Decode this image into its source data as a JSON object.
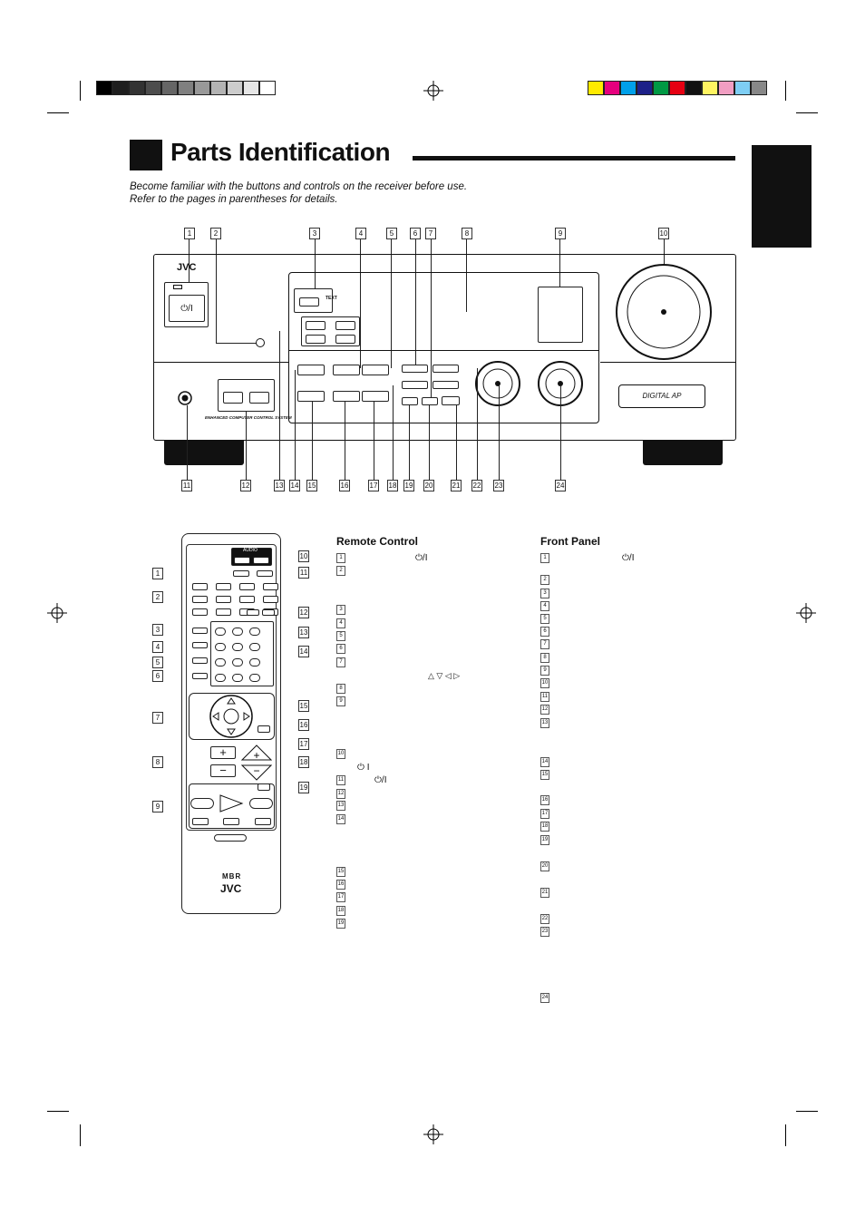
{
  "page": {
    "title": "Parts Identification",
    "intro_line1": "Become familiar with the buttons and controls on the receiver before use.",
    "intro_line2": "Refer to the pages in parentheses for details."
  },
  "front_panel_callouts": {
    "top": [
      "1",
      "2",
      "3",
      "4",
      "5",
      "6",
      "7",
      "8",
      "9",
      "10"
    ],
    "bottom": [
      "11",
      "12",
      "13",
      "14",
      "15",
      "16",
      "17",
      "18",
      "19",
      "20",
      "21",
      "22",
      "23",
      "24"
    ]
  },
  "device": {
    "brand": "JVC",
    "power_symbol": "⏻/I",
    "text_badge": "TEXT",
    "computer_control_label": "ENHANCED COMPUTER CONTROL SYSTEM",
    "dap_logo": "DIGITAL AP"
  },
  "remote": {
    "brand": "JVC",
    "logo": "MBR",
    "audio_label": "AUDIO",
    "callouts_left": [
      "1",
      "2",
      "3",
      "4",
      "5",
      "6",
      "7",
      "8",
      "9"
    ],
    "callouts_right": [
      "10",
      "11",
      "12",
      "13",
      "14",
      "15",
      "16",
      "17",
      "18",
      "19"
    ]
  },
  "sections": {
    "remote_heading": "Remote Control",
    "front_heading": "Front Panel",
    "remote_items": [
      "1",
      "2",
      "3",
      "4",
      "5",
      "6",
      "7",
      "8",
      "9",
      "10",
      "11",
      "12",
      "13",
      "14",
      "15",
      "16",
      "17",
      "18",
      "19"
    ],
    "front_items": [
      "1",
      "2",
      "3",
      "4",
      "5",
      "6",
      "7",
      "8",
      "9",
      "10",
      "11",
      "12",
      "13",
      "14",
      "15",
      "16",
      "17",
      "18",
      "19",
      "20",
      "21",
      "22",
      "23",
      "24"
    ],
    "remote_symbols": {
      "power": "⏻/I",
      "arrows": "△ ▽ ◁ ▷",
      "standby": "⏻  I",
      "power2": "⏻/I"
    },
    "front_symbols": {
      "power": "⏻/I"
    }
  },
  "colors": {
    "swatches_gray": [
      "#000000",
      "#1e1e1e",
      "#333333",
      "#4d4d4d",
      "#666666",
      "#808080",
      "#999999",
      "#b3b3b3",
      "#cccccc",
      "#e6e6e6",
      "#ffffff"
    ],
    "swatches_color": [
      "#ffea00",
      "#e6007e",
      "#00a0e9",
      "#1d2088",
      "#009944",
      "#e60012",
      "#111111",
      "#fff462",
      "#f19ec2",
      "#7ecef4",
      "#888888"
    ]
  }
}
